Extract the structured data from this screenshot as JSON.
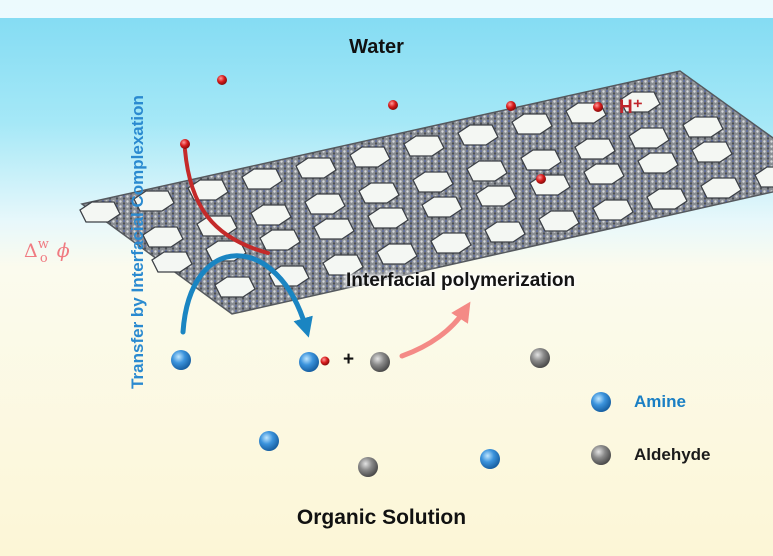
{
  "labels": {
    "water": "Water",
    "organic": "Organic Solution",
    "polymerization": "Interfacial polymerization",
    "transfer": "Transfer by Interfacial Complexation",
    "proton": "H⁺",
    "plus": "+",
    "potential": {
      "delta": "Δ",
      "superscript": "w",
      "subscript": "o",
      "phi": "ϕ"
    }
  },
  "legend": [
    {
      "label": "Amine",
      "color": "#2a86d1"
    },
    {
      "label": "Aldehyde",
      "color": "#7c7c7c"
    }
  ],
  "colors": {
    "water_phase": "#8fe0f5",
    "organic_phase": "#fbf8de",
    "proton": "#d21a1a",
    "amine": "#2a86d1",
    "aldehyde": "#7c7c7c",
    "arrow_transfer": "#1a85c2",
    "arrow_proton": "#c42a2a",
    "arrow_polymerization": "#f48a86",
    "framework": "#6f7378"
  }
}
